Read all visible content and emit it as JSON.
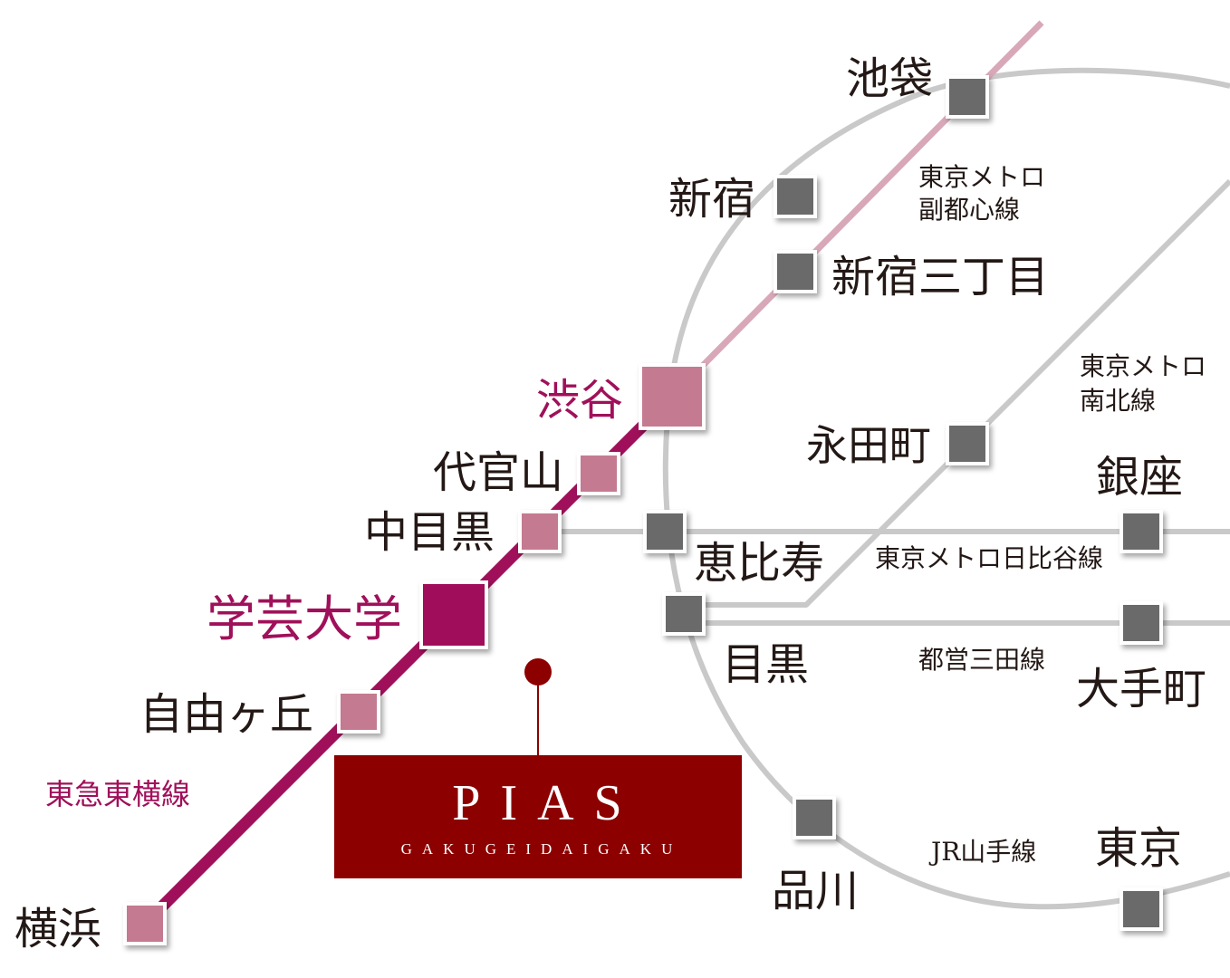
{
  "stations": {
    "ikebukuro": "池袋",
    "shinjuku": "新宿",
    "shinjuku_sanchome": "新宿三丁目",
    "shibuya": "渋谷",
    "daikanyama": "代官山",
    "nakameguro": "中目黒",
    "gakugeidaigaku": "学芸大学",
    "jiyugaoka": "自由ヶ丘",
    "yokohama": "横浜",
    "nagatacho": "永田町",
    "ginza": "銀座",
    "ebisu": "恵比寿",
    "meguro": "目黒",
    "otemachi": "大手町",
    "shinagawa": "品川",
    "tokyo": "東京"
  },
  "lines": {
    "fukutoshin": [
      "東京メトロ",
      "副都心線"
    ],
    "namboku": [
      "東京メトロ",
      "南北線"
    ],
    "hibiya": "東京メトロ日比谷線",
    "mita": "都営三田線",
    "yamanote": "JR山手線",
    "toyoko": "東急東横線"
  },
  "property": {
    "name": "PIAS",
    "subtitle": "GAKUGEIDAIGAKU"
  },
  "colors": {
    "toyoko_line": "#a0105a",
    "fukutoshin_line": "#d8a8b8",
    "gray_lines": "#c9c9c9",
    "station_gray": "#6b6b6b",
    "station_pink": "#c47a90",
    "station_highlight": "#a0105a",
    "property_box": "#8c0000",
    "property_pin": "#8c0000"
  }
}
